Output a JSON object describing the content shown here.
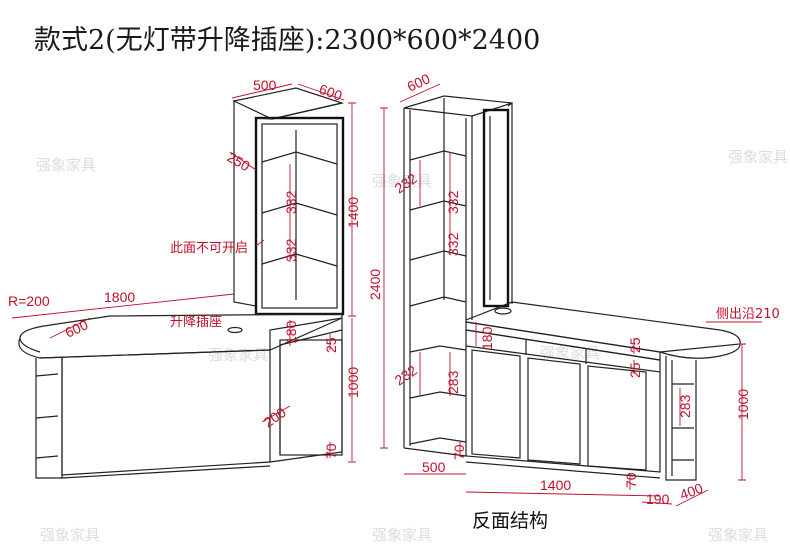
{
  "title": "款式2(无灯带升降插座):2300*600*2400",
  "caption": "反面结构",
  "watermark": "强象家具",
  "annotations": {
    "no_open": "此面不可开启",
    "lift_socket": "升降插座",
    "side_edge": "侧出沿210"
  },
  "dimensions": {
    "left_top_width": "500",
    "left_top_depth": "600",
    "left_250": "250",
    "left_332_a": "332",
    "left_332_b": "332",
    "left_1400": "1400",
    "radius": "R=200",
    "left_1800": "1800",
    "left_600": "600",
    "left_180": "180",
    "left_25": "25",
    "left_1000": "1000",
    "left_200": "200",
    "left_70": "70",
    "right_600": "600",
    "right_232_a": "232",
    "right_332_a": "332",
    "right_332_b": "332",
    "right_2400": "2400",
    "right_180": "180",
    "right_25_a": "25",
    "right_25_b": "25",
    "right_232_b": "232",
    "right_283_a": "283",
    "right_283_b": "283",
    "right_1000": "1000",
    "right_500": "500",
    "right_70_a": "70",
    "right_1400": "1400",
    "right_70_b": "70",
    "right_190": "190",
    "right_400": "400"
  },
  "colors": {
    "dimension": "#c0102a",
    "line": "#222222",
    "watermark": "#dddddd"
  }
}
